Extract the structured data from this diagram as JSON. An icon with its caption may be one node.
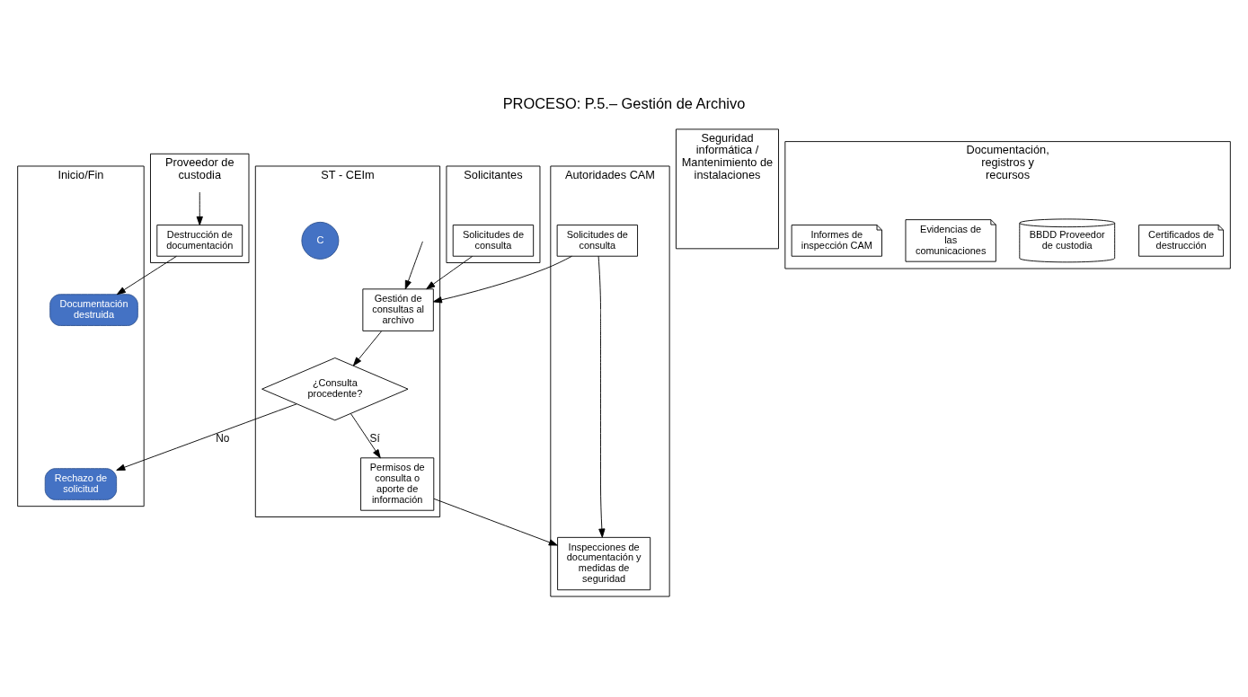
{
  "diagram": {
    "title": "PROCESO: P.5.– Gestión de Archivo",
    "nodes": [
      {
        "text": [
          "Inicio/Fin"
        ]
      },
      {
        "text": [
          "Solicitantes"
        ]
      },
      {
        "text": [
          "ST - CEIm"
        ]
      },
      {
        "text": [
          "Autoridades CAM"
        ]
      },
      {
        "text": [
          "Proveedor de custodia"
        ]
      },
      {
        "text": [
          "Seguridad informática / Mantenimiento de instalaciones"
        ]
      },
      {
        "text": [
          "Documentación, registros y recursos"
        ]
      },
      {
        "text": [
          "Rechazo de solicitud"
        ],
        "in": 0
      },
      {
        "text": [
          "Documentación destruida"
        ],
        "in": 0
      },
      {
        "text": [
          "Solicitudes de consulta"
        ],
        "in": 1
      },
      {
        "text": [
          "C"
        ],
        "in": 2
      },
      {
        "text": [
          "Gestión de consultas al archivo"
        ],
        "in": 2
      },
      {
        "text": [
          "¿Consulta procedente?"
        ],
        "in": 2
      },
      {
        "text": [
          "Permisos de consulta o aporte de información"
        ],
        "in": 2
      },
      {
        "text": [
          "Solicitudes de consulta"
        ],
        "in": 3
      },
      {
        "text": [
          "Inspecciones de documentación y medidas de seguridad"
        ],
        "in": 3
      },
      {
        "text": [
          "Destrucción de documentación"
        ],
        "in": 4
      },
      {
        "text": [
          "Informes de inspección CAM"
        ],
        "in": 6
      },
      {
        "text": [
          "Evidencias de las comunicaciones"
        ],
        "in": 6
      },
      {
        "text": [
          "BBDD Proveedor de custodia"
        ],
        "in": 6
      },
      {
        "text": [
          "Certificados de destrucción"
        ],
        "in": 6
      }
    ],
    "edges": [
      {
        "from": null,
        "to": 11,
        "arrow": "to"
      },
      {
        "from": 9,
        "to": 11,
        "arrow": "to"
      },
      {
        "from": 14,
        "to": 11,
        "arrow": "to"
      },
      {
        "from": 11,
        "to": 12,
        "arrow": "to"
      },
      {
        "from": 12,
        "to": 7,
        "arrow": "to",
        "label": "No"
      },
      {
        "from": 12,
        "to": 13,
        "arrow": "to",
        "label": "Sí"
      },
      {
        "from": 14,
        "to": 15,
        "arrow": "to"
      },
      {
        "from": 13,
        "to": 15,
        "arrow": "to"
      },
      {
        "from": null,
        "to": 16,
        "arrow": "to"
      },
      {
        "from": 16,
        "to": 8,
        "arrow": "to"
      }
    ]
  }
}
